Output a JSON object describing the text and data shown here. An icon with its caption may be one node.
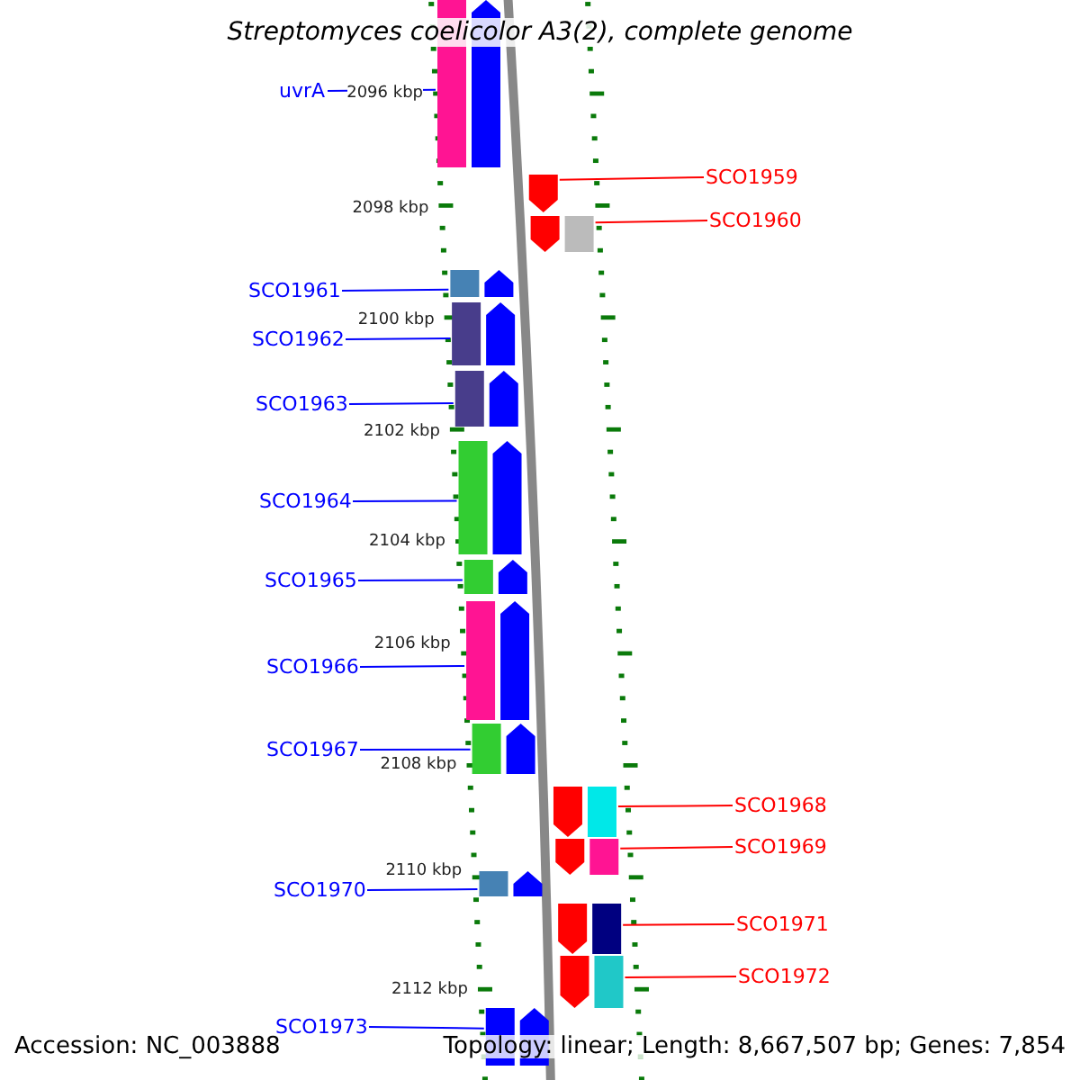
{
  "diagram": {
    "title": "Streptomyces coelicolor A3(2), complete genome",
    "nodes": [
      {
        "text": [
          "uvrA"
        ]
      },
      {
        "text": [
          "SCO1959"
        ]
      },
      {
        "text": [
          "SCO1960"
        ]
      },
      {
        "text": [
          "SCO1961"
        ]
      },
      {
        "text": [
          "SCO1962"
        ]
      },
      {
        "text": [
          "SCO1963"
        ]
      },
      {
        "text": [
          "SCO1964"
        ]
      },
      {
        "text": [
          "SCO1965"
        ]
      },
      {
        "text": [
          "SCO1966"
        ]
      },
      {
        "text": [
          "SCO1967"
        ]
      },
      {
        "text": [
          "SCO1968"
        ]
      },
      {
        "text": [
          "SCO1969"
        ]
      },
      {
        "text": [
          "SCO1970"
        ]
      },
      {
        "text": [
          "SCO1971"
        ]
      },
      {
        "text": [
          "SCO1972"
        ]
      },
      {
        "text": [
          "SCO1973"
        ]
      },
      {
        "text": [],
        "shape": "bar"
      },
      {
        "text": [],
        "shape": "bar"
      },
      {
        "text": [],
        "shape": "bar"
      },
      {
        "text": [],
        "shape": "bar"
      },
      {
        "text": [],
        "shape": "bar"
      },
      {
        "text": [],
        "shape": "bar"
      },
      {
        "text": [],
        "shape": "bar"
      },
      {
        "text": [],
        "shape": "bar"
      },
      {
        "text": [],
        "shape": "bar"
      },
      {
        "text": [],
        "shape": "bar"
      },
      {
        "text": [],
        "shape": "bar"
      },
      {
        "text": [],
        "shape": "bar"
      },
      {
        "text": [],
        "shape": "bar"
      },
      {
        "text": [],
        "shape": "bar"
      },
      {
        "text": [],
        "shape": "bar"
      },
      {
        "text": [],
        "shape": "bar"
      }
    ],
    "edges": [
      {
        "from": 0,
        "to": 16,
        "arrow": "none"
      },
      {
        "from": 1,
        "to": 17,
        "arrow": "none",
        "color": "#ff0000"
      },
      {
        "from": 2,
        "to": 18,
        "arrow": "none",
        "color": "#ff0000"
      },
      {
        "from": 3,
        "to": 19,
        "arrow": "none"
      },
      {
        "from": 4,
        "to": 20,
        "arrow": "none"
      },
      {
        "from": 5,
        "to": 21,
        "arrow": "none"
      },
      {
        "from": 6,
        "to": 22,
        "arrow": "none"
      },
      {
        "from": 7,
        "to": 23,
        "arrow": "none"
      },
      {
        "from": 8,
        "to": 24,
        "arrow": "none"
      },
      {
        "from": 9,
        "to": 25,
        "arrow": "none"
      },
      {
        "from": 10,
        "to": 26,
        "arrow": "none",
        "color": "#ff0000"
      },
      {
        "from": 11,
        "to": 27,
        "arrow": "none",
        "color": "#ff0000"
      },
      {
        "from": 12,
        "to": 28,
        "arrow": "none"
      },
      {
        "from": 13,
        "to": 29,
        "arrow": "none",
        "color": "#ff0000"
      },
      {
        "from": 14,
        "to": 30,
        "arrow": "none",
        "color": "#ff0000"
      },
      {
        "from": 15,
        "to": 31,
        "arrow": "none"
      }
    ],
    "labels": [
      "2096 kbp",
      "2098 kbp",
      "2100 kbp",
      "2102 kbp",
      "2104 kbp",
      "2106 kbp",
      "2108 kbp",
      "2110 kbp",
      "2112 kbp",
      "Accession: NC_003888",
      "Topology: linear; Length: 8,667,507 bp; Genes: 7,854"
    ]
  }
}
